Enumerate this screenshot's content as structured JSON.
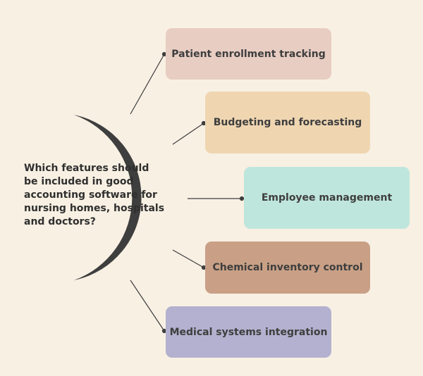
{
  "question": "Which features should be included in good accounting software for nursing homes, hospitals and doctors?",
  "features": [
    {
      "label": "Patient enrollment tracking",
      "color": "#e8cdc2"
    },
    {
      "label": "Budgeting and forecasting",
      "color": "#efd6b1"
    },
    {
      "label": "Employee management",
      "color": "#bfe6dc"
    },
    {
      "label": "Chemical inventory control",
      "color": "#c9a086"
    },
    {
      "label": "Medical systems integration",
      "color": "#b3b1cf"
    }
  ],
  "colors": {
    "background": "#f8f0e3",
    "crescent": "#3e3e3e"
  }
}
